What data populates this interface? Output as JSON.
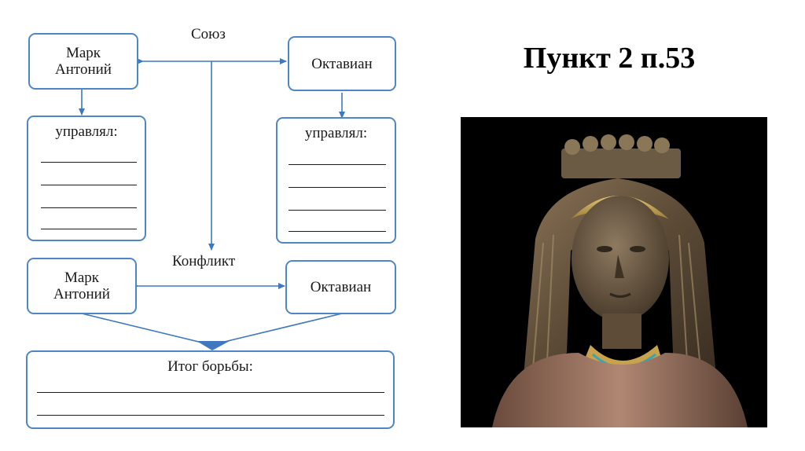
{
  "slide": {
    "title": "Пункт 2 п.53"
  },
  "diagram": {
    "alliance_label": "Союз",
    "conflict_label": "Конфликт",
    "top_left_name": [
      "Марк",
      "Антоний"
    ],
    "top_right_name": "Октавиан",
    "left_ruled_title": "управлял:",
    "right_ruled_title": "управлял:",
    "bottom_left_name": [
      "Марк",
      "Антоний"
    ],
    "bottom_right_name": "Октавиан",
    "result_title": "Итог борьбы:"
  },
  "colors": {
    "box_border": "#4f86c6",
    "arrow": "#3f78c0",
    "text": "#1a1a1a",
    "photo_bg": "#000000"
  },
  "image": {
    "subject": "bronze-statue-of-cleopatra",
    "icon": "statue-photo"
  }
}
